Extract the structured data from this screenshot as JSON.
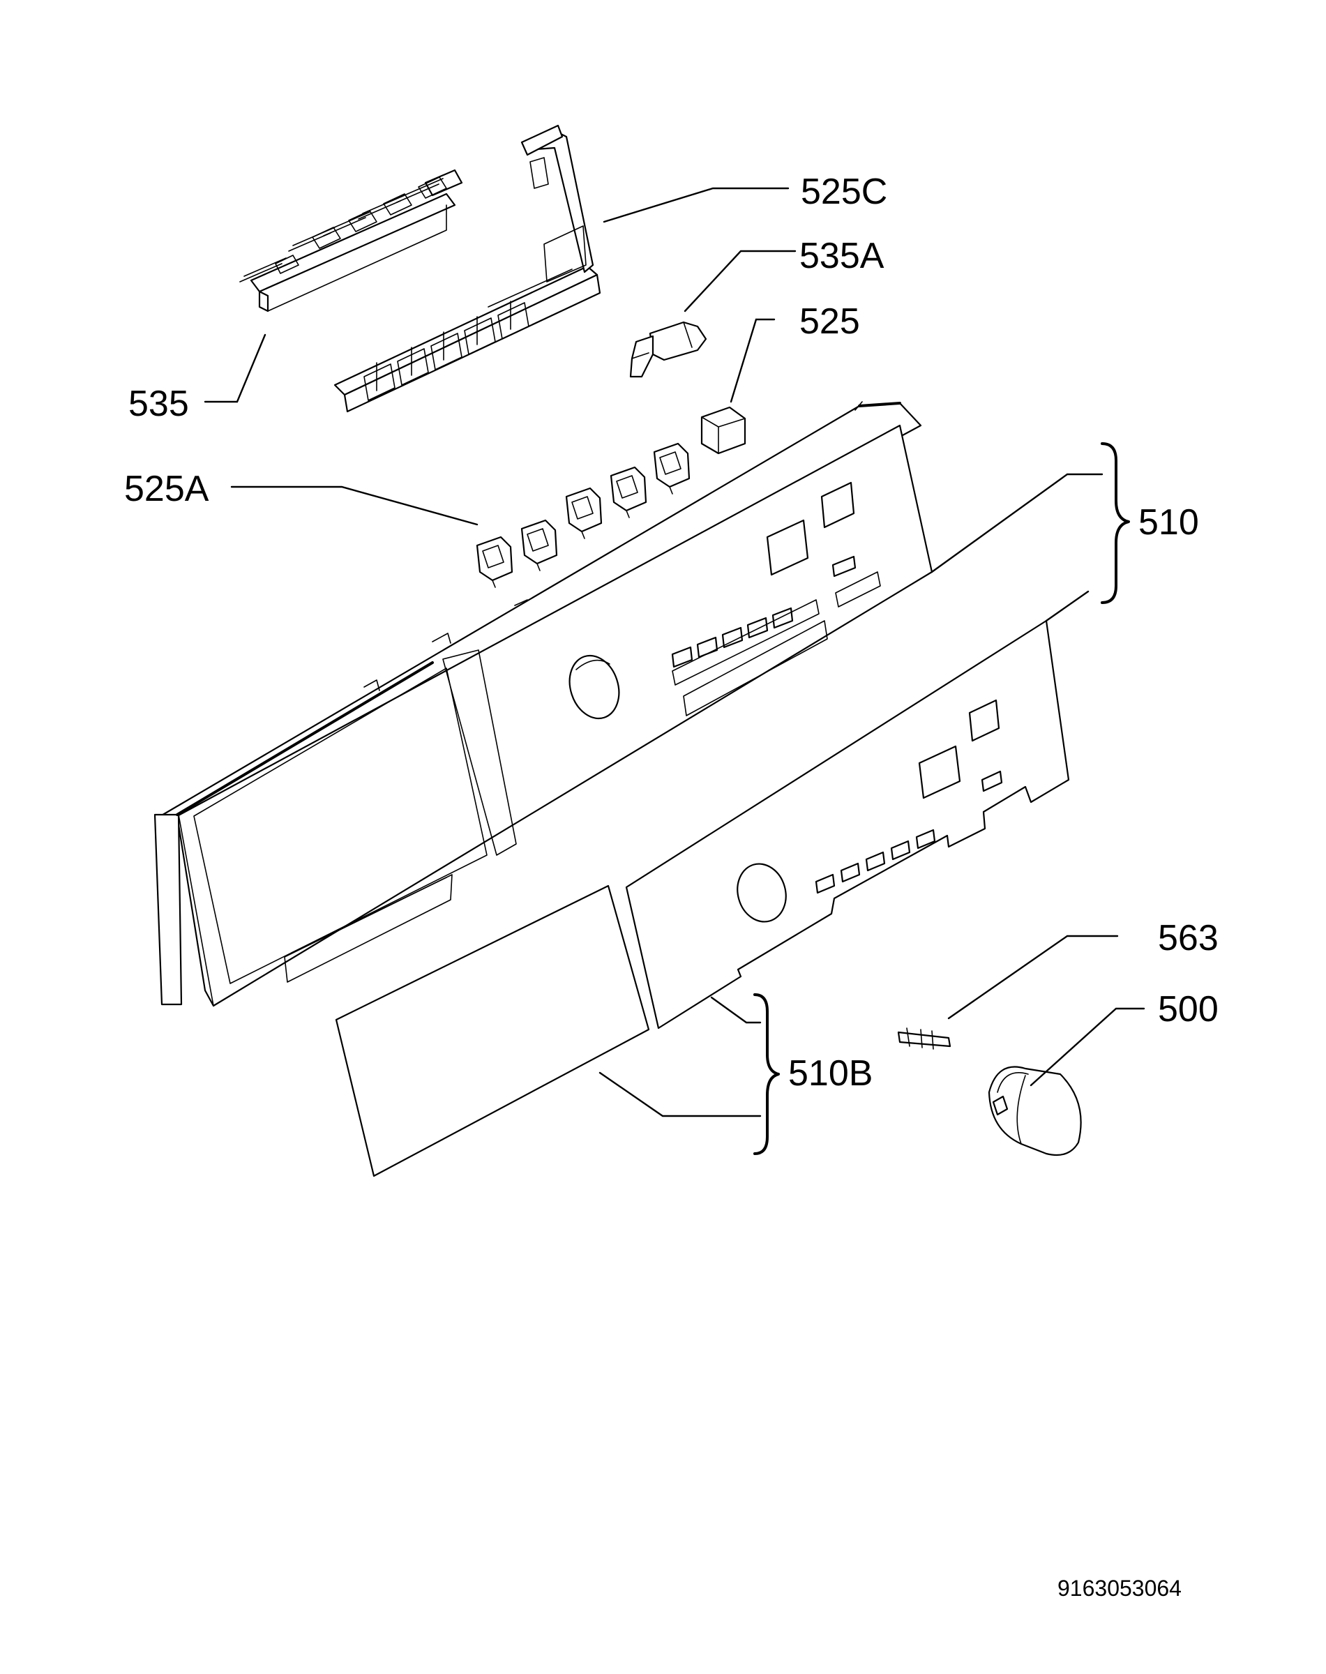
{
  "callouts": {
    "c525C": "525C",
    "c535A": "535A",
    "c525": "525",
    "c535": "535",
    "c525A": "525A",
    "c510": "510",
    "c563": "563",
    "c500": "500",
    "c510B": "510B"
  },
  "document_number": "9163053064",
  "colors": {
    "line": "#000000",
    "background": "#ffffff"
  }
}
